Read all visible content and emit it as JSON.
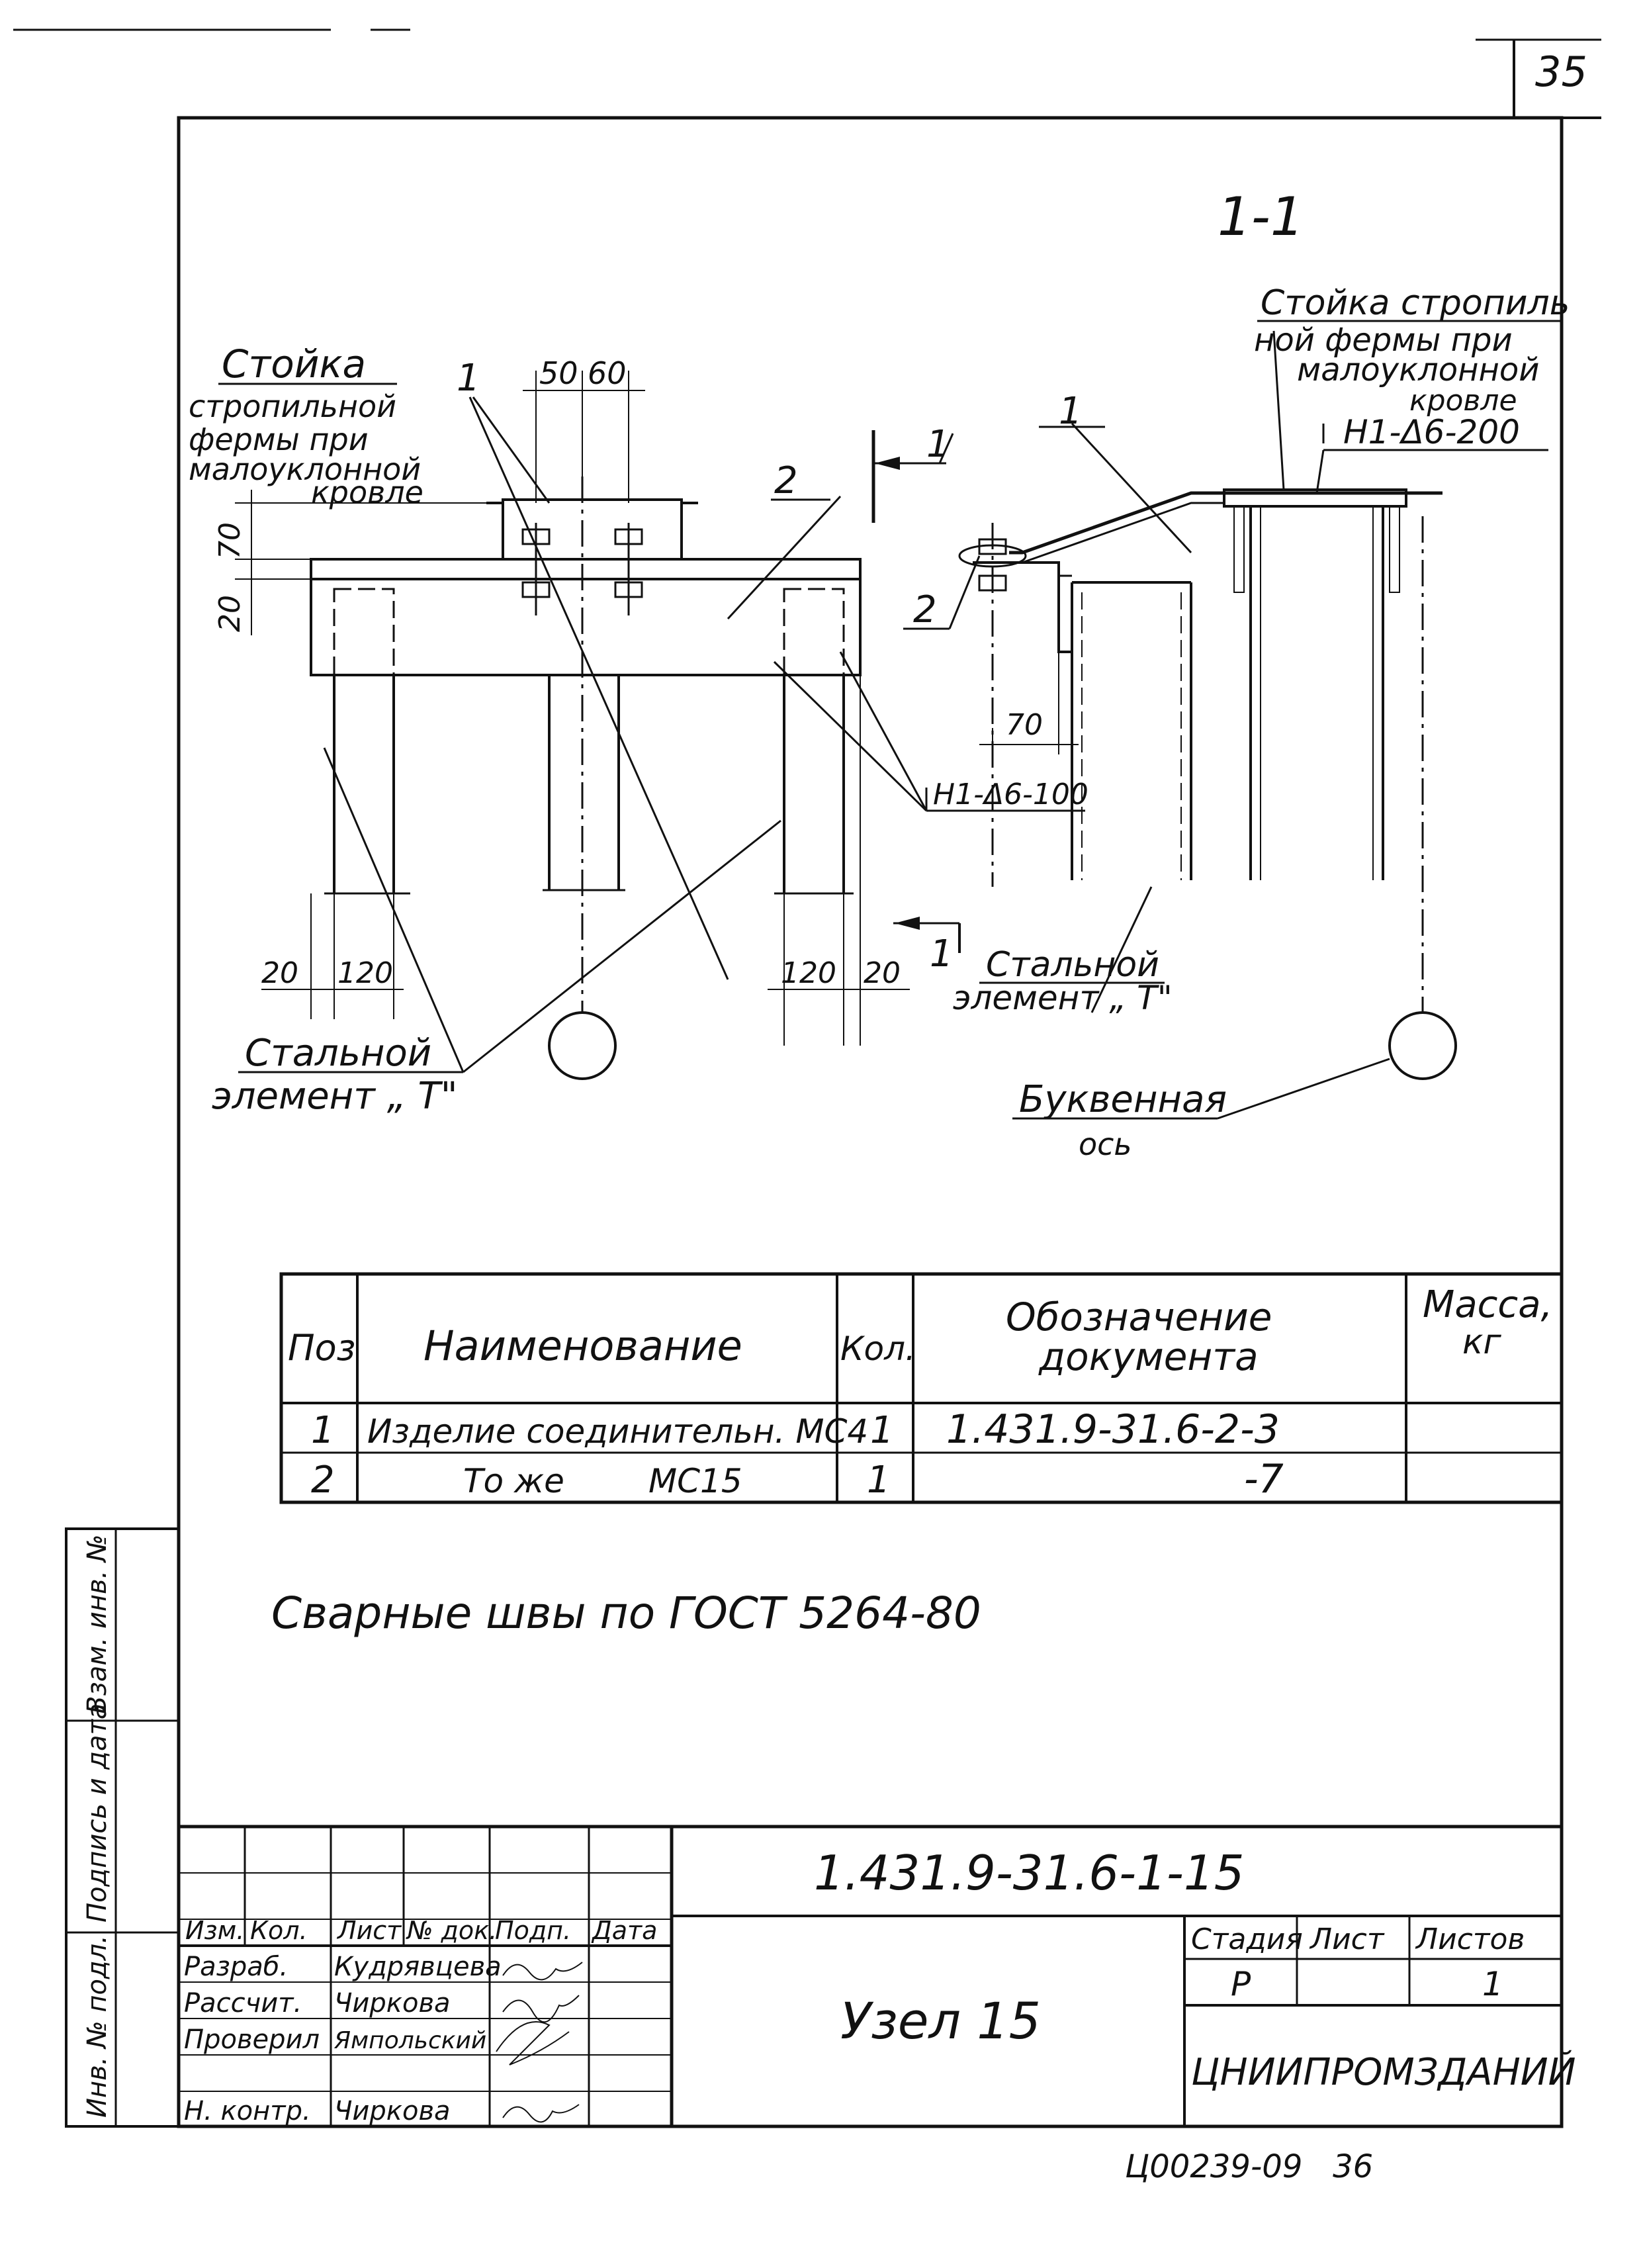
{
  "sheet": {
    "page_number": "35",
    "section_label": "1-1",
    "bottom_stamp": "Ц00239-09   36"
  },
  "drawing": {
    "labels": {
      "stoika_left": [
        "Стойка",
        "стропильной",
        "фермы при",
        "малоуклонной",
        "кровле"
      ],
      "stoika_right": [
        "Стойка стропиль",
        "ной фермы при",
        "малоуклонной",
        "кровле"
      ],
      "weld_top": "Н1-Δ6-200",
      "weld_mid": "Н1-Δ6-100",
      "steel_left": [
        "Стальной",
        "элемент „ Т\""
      ],
      "steel_right": [
        "Стальной",
        "элемент „ Т\""
      ],
      "axis": [
        "Буквенная",
        "ось"
      ],
      "pos_1a": "1",
      "pos_1b": "1",
      "pos_2a": "2",
      "pos_2b": "2",
      "cut_1_top": "1",
      "cut_1_bottom": "1"
    },
    "dimensions": {
      "d50": "50",
      "d60": "60",
      "d70_left": "70",
      "d20_left": "20",
      "d70_right": "70",
      "d20_bottom": "20",
      "d120_bottom": "120",
      "d120_right": "120",
      "d20_right": "20"
    }
  },
  "spec_table": {
    "headers": [
      "Поз",
      "Наименование",
      "Кол.",
      "Обозначение документа",
      "Масса, кг"
    ],
    "rows": [
      [
        "1",
        "Изделие соединительн. МС4",
        "1",
        "1.431.9-31.6-2-3",
        ""
      ],
      [
        "2",
        "То же        МС15",
        "1",
        "-7",
        ""
      ]
    ]
  },
  "note": "Сварные швы по ГОСТ 5264-80",
  "side_stamp": {
    "fields": [
      "Инв. № подл.",
      "Подпись и дата",
      "Взам. инв. №"
    ]
  },
  "title_block": {
    "doc_code": "1.431.9-31.6-1-15",
    "title": "Узел 15",
    "org": "ЦНИИПРОМЗДАНИЙ",
    "col_headers": [
      "Изм.",
      "Кол.",
      "Лист",
      "№ док.",
      "Подп.",
      "Дата"
    ],
    "roles": [
      {
        "role": "Разраб.",
        "name": "Кудрявцева"
      },
      {
        "role": "Рассчит.",
        "name": "Чиркова"
      },
      {
        "role": "Проверил",
        "name": "Ямпольский"
      },
      {
        "role": "",
        "name": ""
      },
      {
        "role": "Н. контр.",
        "name": "Чиркова"
      }
    ],
    "stage_headers": [
      "Стадия",
      "Лист",
      "Листов"
    ],
    "stage_values": [
      "Р",
      "",
      "1"
    ]
  }
}
